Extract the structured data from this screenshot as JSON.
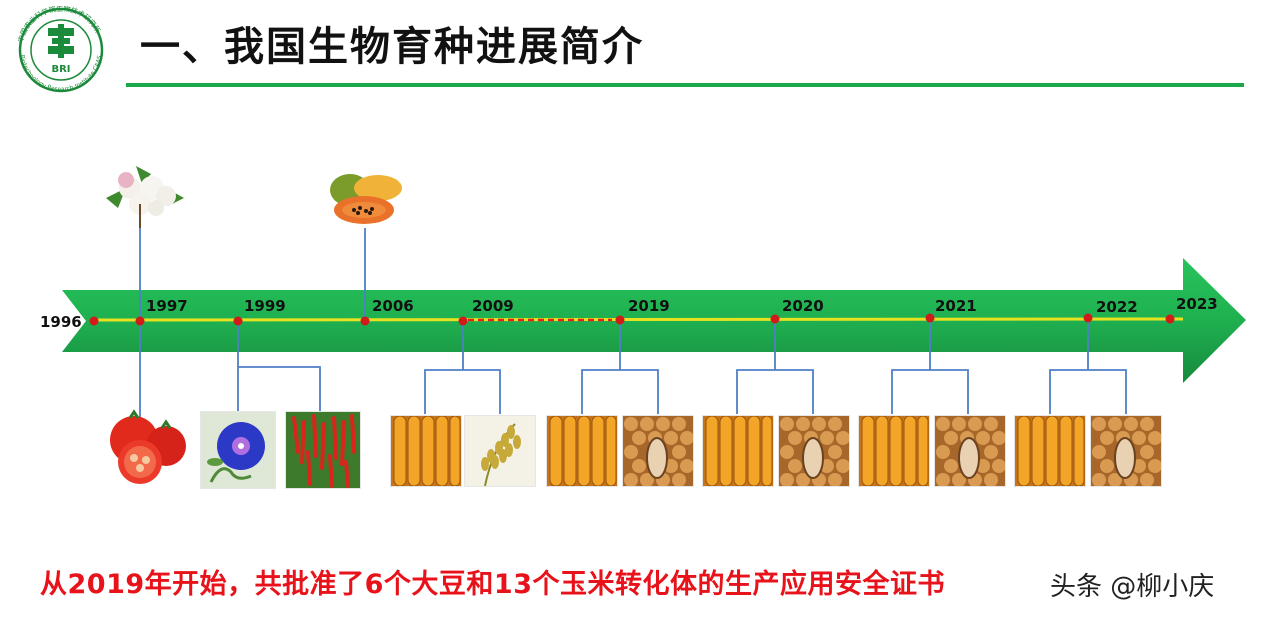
{
  "header": {
    "title": "一、我国生物育种进展简介",
    "logo": {
      "ring_text": "中国农业科学院生物技术研究所",
      "ring_text_en": "Biotechnology Research Institute,CAAS",
      "abbr": "BRI"
    }
  },
  "timeline": {
    "years": [
      "1996",
      "1997",
      "1999",
      "2006",
      "2009",
      "2019",
      "2020",
      "2021",
      "2022",
      "2023"
    ]
  },
  "images": {
    "top": [
      "cotton",
      "papaya"
    ],
    "bottom": [
      "tomato",
      "morning-glory",
      "chili-pepper",
      "corn",
      "rice",
      "corn",
      "soybean",
      "corn",
      "soybean",
      "corn",
      "soybean",
      "corn",
      "soybean"
    ]
  },
  "footer": {
    "statement": "从2019年开始，共批准了6个大豆和13个玉米转化体的生产应用安全证书",
    "watermark": "头条 @柳小庆"
  },
  "colors": {
    "title_rule": "#1aa84a",
    "arrow_green": "#22b552",
    "axis_yellow": "#e7e21f",
    "dot_red": "#d11a1a",
    "connector_blue": "#4f7fc7",
    "statement_red": "#e8121a"
  }
}
